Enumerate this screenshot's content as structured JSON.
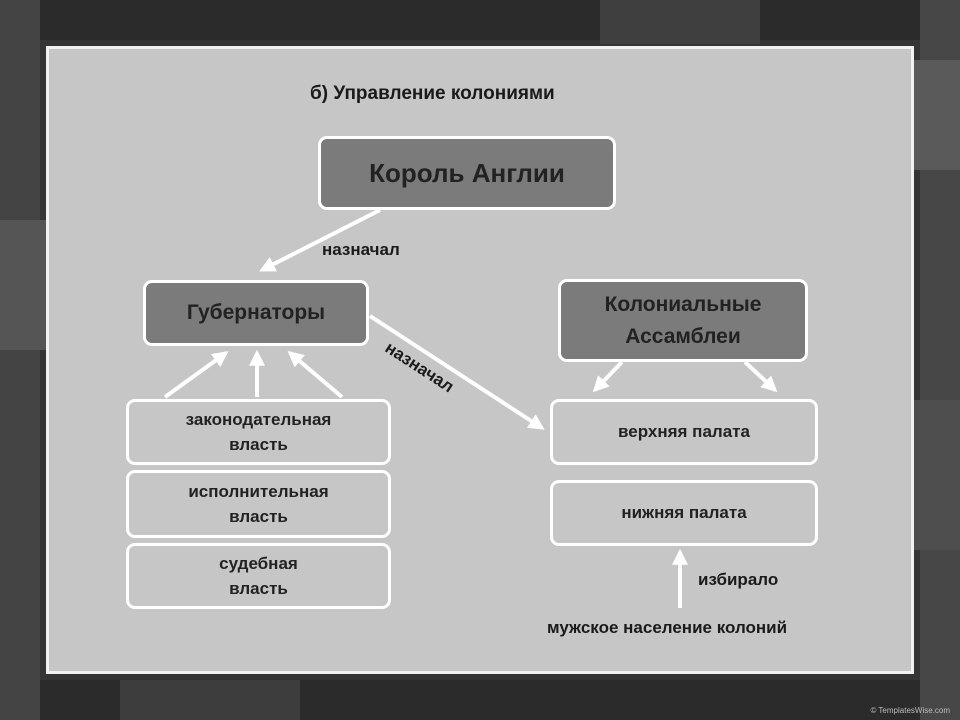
{
  "diagram": {
    "title": "б) Управление колониями",
    "king": "Король Англии",
    "governors": "Губернаторы",
    "assemblies": "Колониальные Ассамблеи",
    "legislative": "законодательная власть",
    "executive": "исполнительная власть",
    "judicial": "судебная власть",
    "upper": "верхняя палата",
    "lower": "нижняя палата",
    "appointed_1": "назначал",
    "appointed_2": "назначал",
    "elected": "избирало",
    "population": "мужское население колоний"
  },
  "footer": {
    "credit": "© TemplatesWise.com"
  }
}
